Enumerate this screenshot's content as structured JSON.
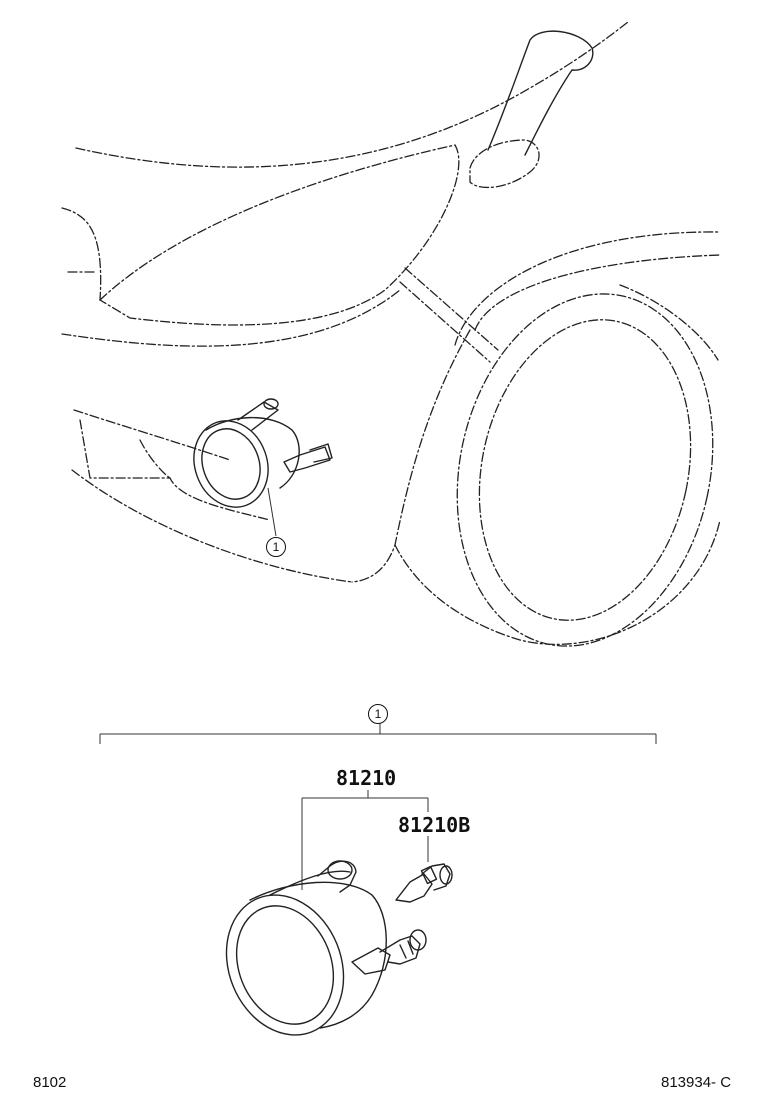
{
  "diagram": {
    "callout_number": "1",
    "parts": {
      "fog_lamp_assembly": "81210",
      "bulb": "81210B"
    },
    "footer": {
      "group_code": "8102",
      "illustration_code": "813934- C"
    }
  }
}
